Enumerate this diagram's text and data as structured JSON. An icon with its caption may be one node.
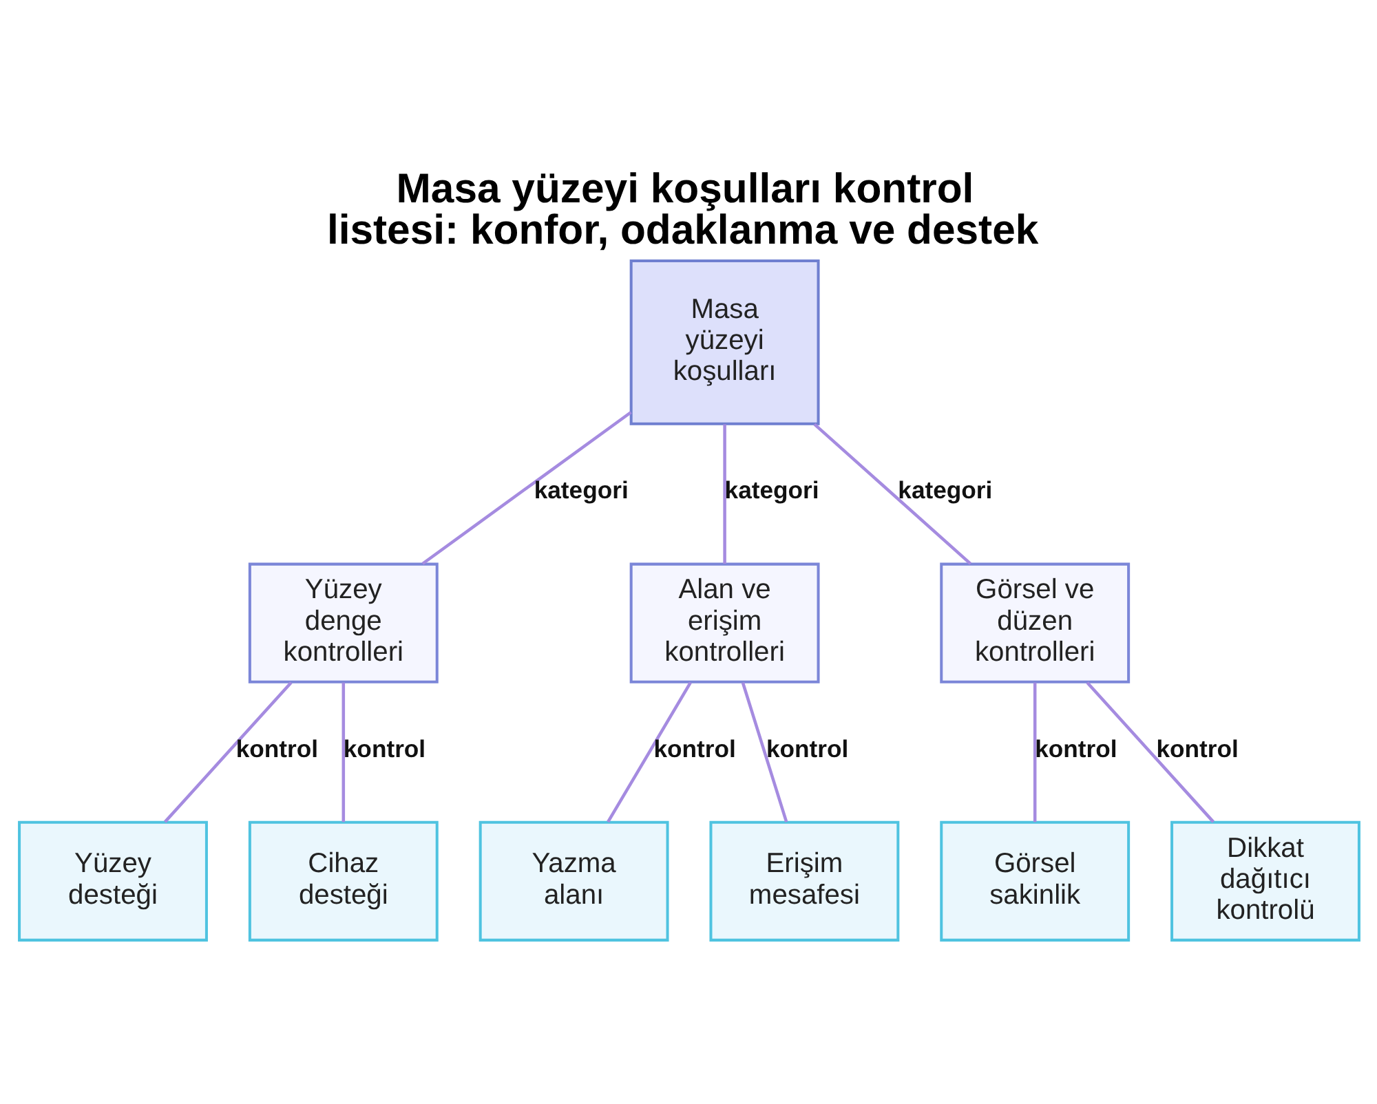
{
  "diagram": {
    "title": "Masa yüzeyi koşulları kontrol listesi: konfor, odaklanma ve destek",
    "nodes": [
      {
        "text": [
          "Masa yüzeyi koşulları"
        ]
      },
      {
        "text": [
          "Yüzey denge kontrolleri"
        ]
      },
      {
        "text": [
          "Alan ve erişim kontrolleri"
        ]
      },
      {
        "text": [
          "Görsel ve düzen kontrolleri"
        ]
      },
      {
        "text": [
          "Yüzey desteği"
        ]
      },
      {
        "text": [
          "Cihaz desteği"
        ]
      },
      {
        "text": [
          "Yazma alanı"
        ]
      },
      {
        "text": [
          "Erişim mesafesi"
        ]
      },
      {
        "text": [
          "Görsel sakinlik"
        ]
      },
      {
        "text": [
          "Dikkat dağıtıcı kontrolü"
        ]
      }
    ],
    "edges": [
      {
        "from": 0,
        "to": 1,
        "arrow": "none",
        "label": "kategori"
      },
      {
        "from": 0,
        "to": 2,
        "arrow": "none",
        "label": "kategori"
      },
      {
        "from": 0,
        "to": 3,
        "arrow": "none",
        "label": "kategori"
      },
      {
        "from": 1,
        "to": 4,
        "arrow": "none",
        "label": "kontrol"
      },
      {
        "from": 1,
        "to": 5,
        "arrow": "none",
        "label": "kontrol"
      },
      {
        "from": 2,
        "to": 6,
        "arrow": "none",
        "label": "kontrol"
      },
      {
        "from": 2,
        "to": 7,
        "arrow": "none",
        "label": "kontrol"
      },
      {
        "from": 3,
        "to": 8,
        "arrow": "none",
        "label": "kontrol"
      },
      {
        "from": 3,
        "to": 9,
        "arrow": "none",
        "label": "kontrol"
      }
    ]
  }
}
